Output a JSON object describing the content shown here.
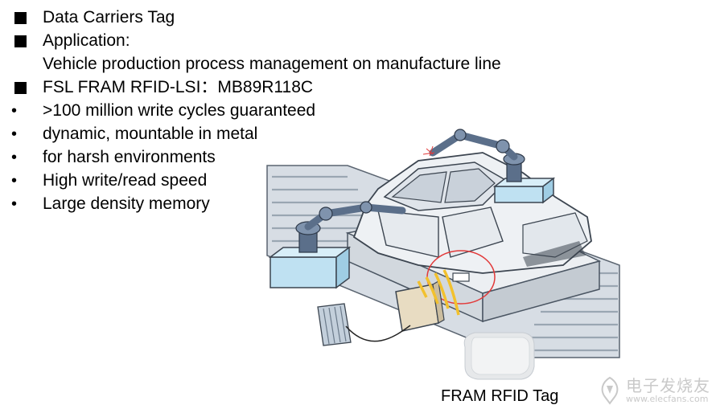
{
  "bullets": [
    {
      "marker": "square",
      "text": "Data  Carriers  Tag"
    },
    {
      "marker": "square",
      "text": "Application:"
    },
    {
      "marker": "none",
      "text": "Vehicle production process management on manufacture line"
    },
    {
      "marker": "square",
      "text": "FSL  FRAM RFID-LSI：MB89R118C"
    },
    {
      "marker": "dot",
      "text": ">100 million write cycles guaranteed"
    },
    {
      "marker": "dot",
      "text": "dynamic, mountable in metal"
    },
    {
      "marker": "dot",
      "text": "for harsh environments"
    },
    {
      "marker": "dot",
      "text": "High write/read speed"
    },
    {
      "marker": "dot",
      "text": "Large density memory"
    }
  ],
  "bullet_glyph": "•",
  "caption": "FRAM RFID Tag",
  "watermark": {
    "text": "电子发烧友",
    "url": "www.elecfans.com"
  },
  "colors": {
    "conveyor": "#d7dde4",
    "roller": "#9aa6b2",
    "robot_base": "#bfe1f2",
    "robot_arm": "#5b6f8a",
    "car_body": "#eef1f4",
    "signal": "#f2c12e",
    "highlight_circle": "#e23a3a"
  }
}
